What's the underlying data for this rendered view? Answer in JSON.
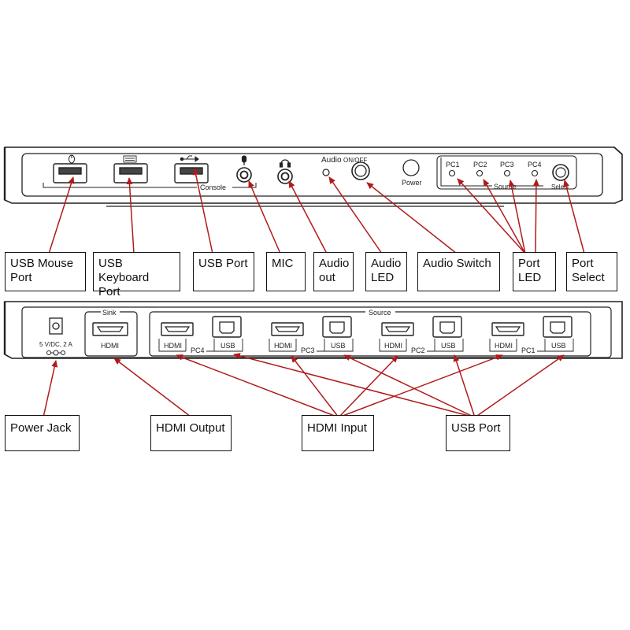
{
  "front_panel": {
    "console_label": "Console",
    "audio_label": "Audio",
    "audio_switch_label": "ON/OFF",
    "power_label": "Power",
    "source_label": "Source",
    "select_label": "Select",
    "port_led_labels": [
      "PC1",
      "PC2",
      "PC3",
      "PC4"
    ]
  },
  "rear_panel": {
    "power_rating": "5 V/DC, 2 A",
    "sink_label": "Sink",
    "sink_hdmi_label": "HDMI",
    "source_label": "Source",
    "ports": [
      {
        "pc": "PC4",
        "hdmi": "HDMI",
        "usb": "USB"
      },
      {
        "pc": "PC3",
        "hdmi": "HDMI",
        "usb": "USB"
      },
      {
        "pc": "PC2",
        "hdmi": "HDMI",
        "usb": "USB"
      },
      {
        "pc": "PC1",
        "hdmi": "HDMI",
        "usb": "USB"
      }
    ]
  },
  "callouts_top": [
    {
      "id": "usb-mouse-port",
      "line1": "USB Mouse",
      "line2": "Port"
    },
    {
      "id": "usb-keyboard-port",
      "line1": "USB Keyboard",
      "line2": "Port"
    },
    {
      "id": "usb-port",
      "line1": "USB Port",
      "line2": ""
    },
    {
      "id": "mic",
      "line1": "MIC",
      "line2": ""
    },
    {
      "id": "audio-out",
      "line1": "Audio",
      "line2": "out"
    },
    {
      "id": "audio-led",
      "line1": "Audio",
      "line2": "LED"
    },
    {
      "id": "audio-switch",
      "line1": "Audio Switch",
      "line2": ""
    },
    {
      "id": "port-led",
      "line1": "Port",
      "line2": "LED"
    },
    {
      "id": "port-select",
      "line1": "Port",
      "line2": "Select"
    }
  ],
  "callouts_bottom": [
    {
      "id": "power-jack",
      "line1": "Power Jack"
    },
    {
      "id": "hdmi-output",
      "line1": "HDMI Output"
    },
    {
      "id": "hdmi-input",
      "line1": "HDMI Input"
    },
    {
      "id": "usb-port-rear",
      "line1": "USB Port"
    }
  ],
  "colors": {
    "arrow": "#b11a1a",
    "outline": "#222222",
    "background": "#ffffff"
  }
}
